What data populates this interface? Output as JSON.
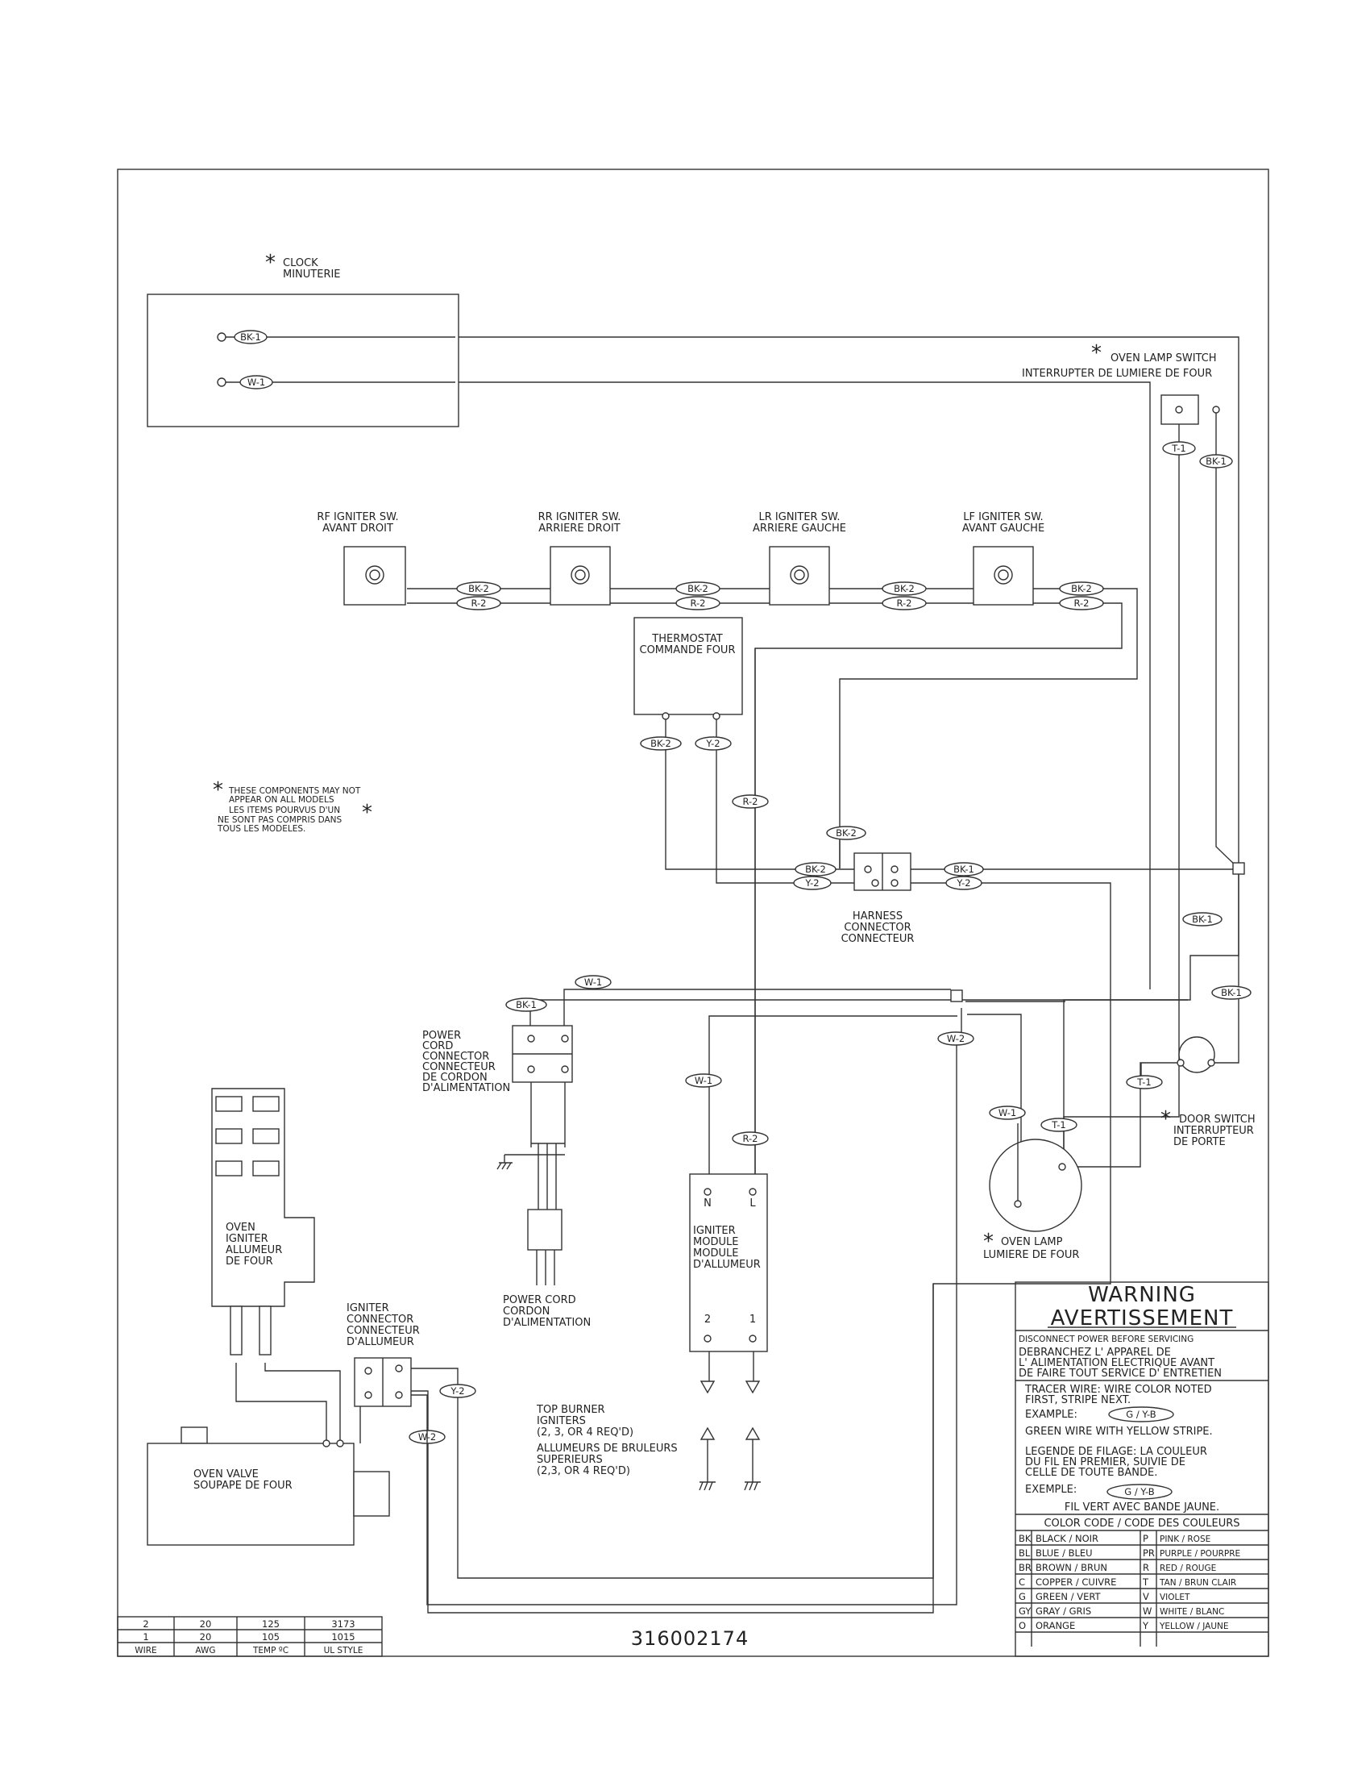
{
  "components": {
    "clock": {
      "asterisk": "*",
      "line1": "CLOCK",
      "line2": "MINUTERIE"
    },
    "oven_lamp_switch": {
      "asterisk": "*",
      "line1": "OVEN LAMP SWITCH",
      "line2": "INTERRUPTER DE LUMIERE DE FOUR"
    },
    "rf_igniter_sw": {
      "line1": "RF IGNITER SW.",
      "line2": "AVANT DROIT"
    },
    "rr_igniter_sw": {
      "line1": "RR  IGNITER SW.",
      "line2": "ARRIERE DROIT"
    },
    "lr_igniter_sw": {
      "line1": "LR IGNITER SW.",
      "line2": "ARRIERE GAUCHE"
    },
    "lf_igniter_sw": {
      "line1": "LF IGNITER SW.",
      "line2": "AVANT GAUCHE"
    },
    "thermostat": {
      "line1": "THERMOSTAT",
      "line2": "COMMANDE FOUR"
    },
    "note": {
      "asterisk": "*",
      "lines": [
        "THESE COMPONENTS MAY NOT",
        "APPEAR ON ALL MODELS",
        "LES ITEMS POURVUS D'UN",
        "NE SONT PAS COMPRIS DANS",
        "TOUS LES MODELES."
      ],
      "asterisk2": "*"
    },
    "harness_connector": {
      "lines": [
        "HARNESS",
        "CONNECTOR",
        "CONNECTEUR"
      ]
    },
    "power_cord_connector": {
      "lines": [
        "POWER",
        "CORD",
        "CONNECTOR",
        "CONNECTEUR",
        "DE CORDON",
        "D'ALIMENTATION"
      ]
    },
    "power_cord": {
      "lines": [
        "POWER CORD",
        "CORDON",
        "D'ALIMENTATION"
      ]
    },
    "oven_igniter": {
      "lines": [
        "OVEN",
        "IGNITER",
        "ALLUMEUR",
        "DE FOUR"
      ]
    },
    "igniter_connector": {
      "lines": [
        "IGNITER",
        "CONNECTOR",
        "CONNECTEUR",
        "D'ALLUMEUR"
      ]
    },
    "oven_valve": {
      "lines": [
        "OVEN VALVE",
        "SOUPAPE DE FOUR"
      ]
    },
    "igniter_module": {
      "lines": [
        "IGNITER",
        "MODULE",
        "MODULE",
        "D'ALLUMEUR"
      ],
      "pin_n": "N",
      "pin_l": "L",
      "pin_2": "2",
      "pin_1": "1"
    },
    "top_burner_igniters": {
      "lines": [
        "TOP BURNER",
        "IGNITERS",
        "(2, 3, OR 4 REQ'D)",
        "ALLUMEURS DE BRULEURS",
        "SUPERIEURS",
        "(2,3, OR 4 REQ'D)"
      ]
    },
    "door_switch": {
      "asterisk": "*",
      "lines": [
        "DOOR SWITCH",
        "INTERRUPTEUR",
        "DE PORTE"
      ]
    },
    "oven_lamp": {
      "asterisk": "*",
      "line1": "OVEN LAMP",
      "line2": "LUMIERE DE FOUR"
    }
  },
  "wire_tags": {
    "clock_bk": "BK-1",
    "clock_w": "W-1",
    "lamp_sw_t": "T-1",
    "lamp_sw_bk": "BK-1",
    "sw_bk2_a": "BK-2",
    "sw_r2_a": "R-2",
    "sw_bk2_b": "BK-2",
    "sw_r2_b": "R-2",
    "sw_bk2_c": "BK-2",
    "sw_r2_c": "R-2",
    "sw_bk2_d": "BK-2",
    "sw_r2_d": "R-2",
    "thermo_bk2": "BK-2",
    "thermo_y2": "Y-2",
    "r2_vertical": "R-2",
    "bk2_vertical": "BK-2",
    "harness_bk2_l": "BK-2",
    "harness_y2_l": "Y-2",
    "harness_bk1_r": "BK-1",
    "harness_y2_r": "Y-2",
    "bk1_right_1": "BK-1",
    "bk1_right_2": "BK-1",
    "cord_bk1": "BK-1",
    "cord_w1": "W-1",
    "junction_w2": "W-2",
    "module_w1": "W-1",
    "module_r2": "R-2",
    "lamp_w1": "W-1",
    "lamp_t1": "T-1",
    "door_t1": "T-1",
    "igniter_y2": "Y-2",
    "igniter_w2": "W-2"
  },
  "warning": {
    "title1": "WARNING",
    "title2": "AVERTISSEMENT",
    "disconnect": "DISCONNECT POWER BEFORE SERVICING",
    "debranchez": [
      "DEBRANCHEZ L' APPAREL DE",
      "L' ALIMENTATION ELECTRIQUE AVANT",
      "DE FAIRE TOUT SERVICE D' ENTRETIEN"
    ],
    "tracer": [
      "TRACER WIRE:  WIRE COLOR NOTED",
      "FIRST, STRIPE NEXT."
    ],
    "example_label": "EXAMPLE:",
    "example_code": "G / Y-B",
    "green_wire": "GREEN WIRE WITH YELLOW STRIPE.",
    "legende": [
      "LEGENDE DE FILAGE:  LA COULEUR",
      "DU FIL EN PREMIER, SUIVIE DE",
      "CELLE DE TOUTE BANDE."
    ],
    "exemple_label": "EXEMPLE:",
    "exemple_code": "G / Y-B",
    "fil_vert": "FIL VERT AVEC BANDE JAUNE.",
    "color_code_title": "COLOR CODE  /  CODE DES COULEURS"
  },
  "color_codes": {
    "left": [
      {
        "code": "BK",
        "name": "BLACK  /  NOIR"
      },
      {
        "code": "BL",
        "name": "BLUE  /  BLEU"
      },
      {
        "code": "BR",
        "name": "BROWN  /  BRUN"
      },
      {
        "code": "C",
        "name": "COPPER  /  CUIVRE"
      },
      {
        "code": "G",
        "name": "GREEN  /  VERT"
      },
      {
        "code": "GY",
        "name": "GRAY  /  GRIS"
      },
      {
        "code": "O",
        "name": "ORANGE"
      }
    ],
    "right": [
      {
        "code": "P",
        "name": "PINK  /  ROSE"
      },
      {
        "code": "PR",
        "name": "PURPLE  /  POURPRE"
      },
      {
        "code": "R",
        "name": "RED  /  ROUGE"
      },
      {
        "code": "T",
        "name": "TAN  /  BRUN CLAIR"
      },
      {
        "code": "V",
        "name": "VIOLET"
      },
      {
        "code": "W",
        "name": "WHITE  /  BLANC"
      },
      {
        "code": "Y",
        "name": "YELLOW  /  JAUNE"
      }
    ]
  },
  "wire_table": {
    "headers": [
      "WIRE",
      "AWG",
      "TEMP ºC",
      "UL STYLE"
    ],
    "rows": [
      [
        "2",
        "20",
        "125",
        "3173"
      ],
      [
        "1",
        "20",
        "105",
        "1015"
      ]
    ]
  },
  "part_number": "316002174",
  "colors": {
    "line": "#333333",
    "background": "#ffffff"
  }
}
